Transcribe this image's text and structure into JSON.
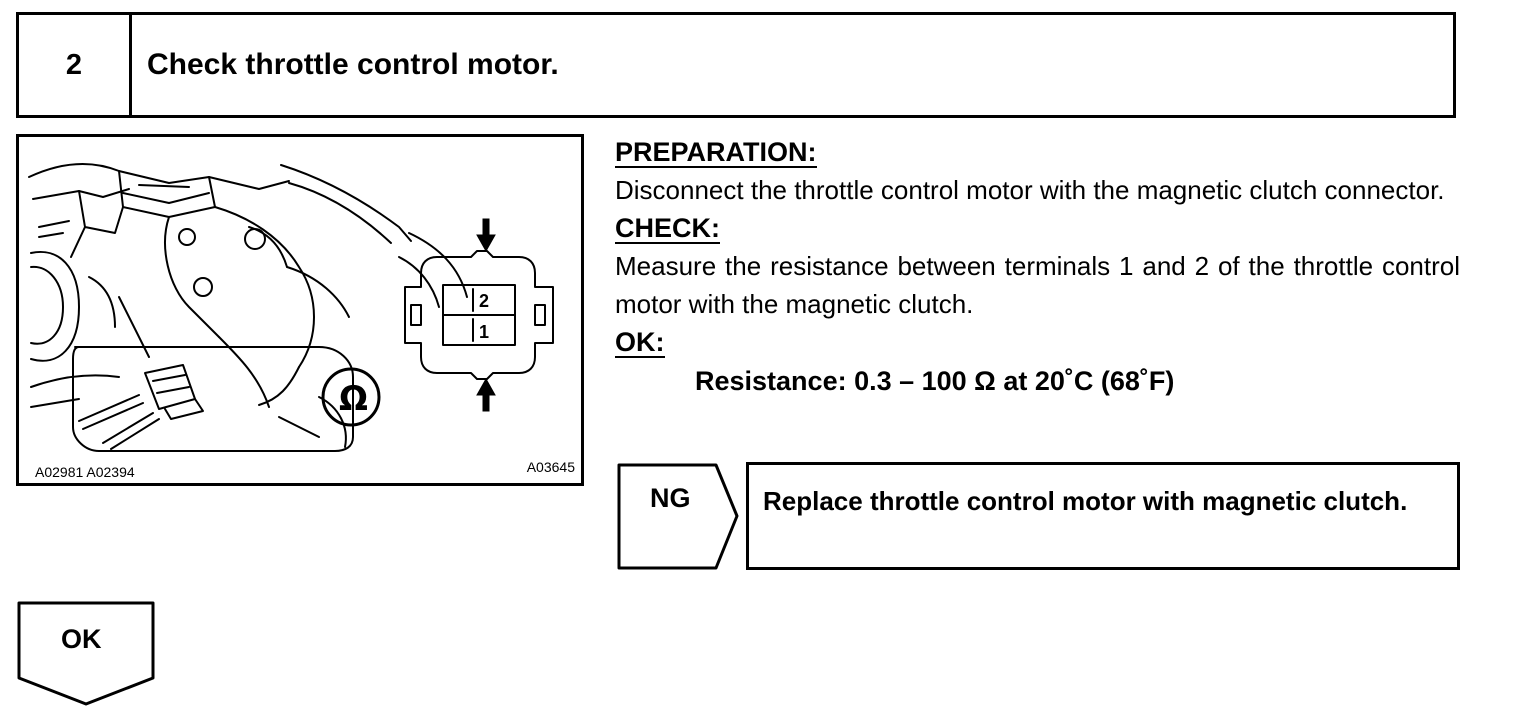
{
  "header": {
    "step_number": "2",
    "title": "Check throttle control motor."
  },
  "figure": {
    "code_left": "A02981 A02394",
    "code_right": "A03645",
    "terminal_top": "2",
    "terminal_bottom": "1",
    "meter_symbol": "Ω"
  },
  "preparation": {
    "label": "PREPARATION:",
    "text": "Disconnect the throttle control motor with the magnetic clutch connector."
  },
  "check": {
    "label": "CHECK:",
    "text": "Measure the resistance between terminals 1 and 2 of the throttle control motor with the magnetic clutch."
  },
  "ok_spec": {
    "label": "OK:",
    "spec": "Resistance: 0.3 – 100 Ω at 20˚C (68˚F)"
  },
  "ng": {
    "label": "NG",
    "action": "Replace throttle control motor with magnetic clutch."
  },
  "ok_flow": {
    "label": "OK"
  }
}
